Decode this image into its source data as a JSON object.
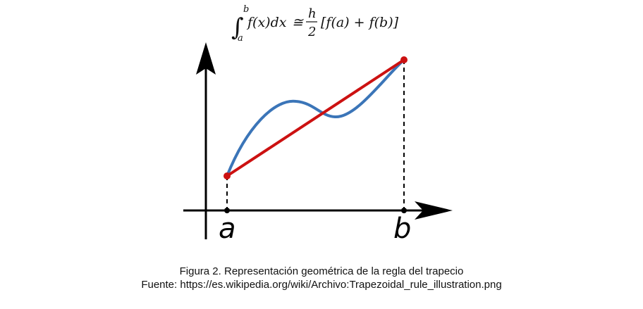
{
  "formula": {
    "lower_limit": "a",
    "upper_limit": "b",
    "integrand": "f(x)dx",
    "approx": "≅",
    "numerator": "h",
    "denominator": "2",
    "bracket_expr": "[f(a) + f(b)]"
  },
  "axis_labels": {
    "a": "a",
    "b": "b"
  },
  "colors": {
    "curve": "#3b75b8",
    "trapezoid_line": "#cc1111",
    "axes": "#000000"
  },
  "caption": {
    "title": "Figura 2. Representación geométrica de la regla del trapecio",
    "source": "Fuente: https://es.wikipedia.org/wiki/Archivo:Trapezoidal_rule_illustration.png"
  }
}
